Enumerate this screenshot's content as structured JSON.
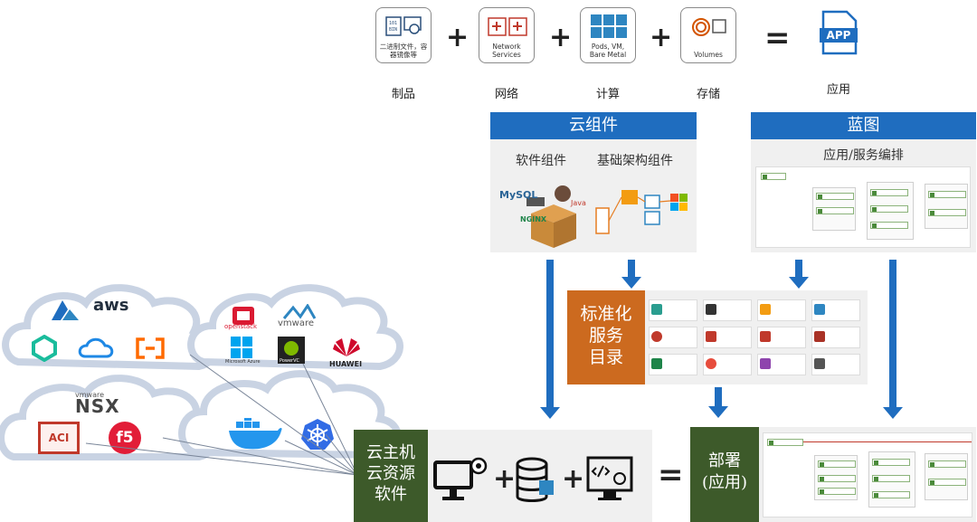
{
  "top_row": {
    "tiles": [
      {
        "id": "artifacts",
        "text": "二进制文件，容器镜像等",
        "caption": "制品"
      },
      {
        "id": "network",
        "text": "Network Services",
        "caption": "网络"
      },
      {
        "id": "compute",
        "text": "Pods, VM, Bare Metal",
        "caption": "计算"
      },
      {
        "id": "storage",
        "text": "Volumes",
        "caption": "存储"
      }
    ],
    "plus": "+",
    "equals": "=",
    "app_icon_text": "APP",
    "app_caption": "应用"
  },
  "cloud_component": {
    "title": "云组件",
    "software_label": "软件组件",
    "infra_label": "基础架构组件",
    "logo_mysql": "MySQL",
    "logo_java": "Java",
    "logo_nginx": "NGINX"
  },
  "blueprint": {
    "title": "蓝图",
    "subtitle": "应用/服务编排"
  },
  "catalog": {
    "label": "标准化\n服务\n目录"
  },
  "cloud_host": {
    "label": "云主机\n云资源\n软件"
  },
  "deploy": {
    "label": "部署\n(应用)"
  },
  "clouds": {
    "aws": "aws",
    "openstack": "openstack",
    "vmware": "vmware",
    "microsoft_azure": "Microsoft Azure",
    "powervc": "PowerVC",
    "huawei": "HUAWEI",
    "vmware_small": "vmware",
    "nsx": "NSX",
    "aci": "ACI",
    "f5": "f5"
  },
  "bottom_ops": {
    "plus": "+",
    "equals": "="
  },
  "colors": {
    "blue": "#1f6dbf",
    "orange": "#cc6a1f",
    "green": "#3d5a2a",
    "gray_panel": "#f0f0f0"
  }
}
